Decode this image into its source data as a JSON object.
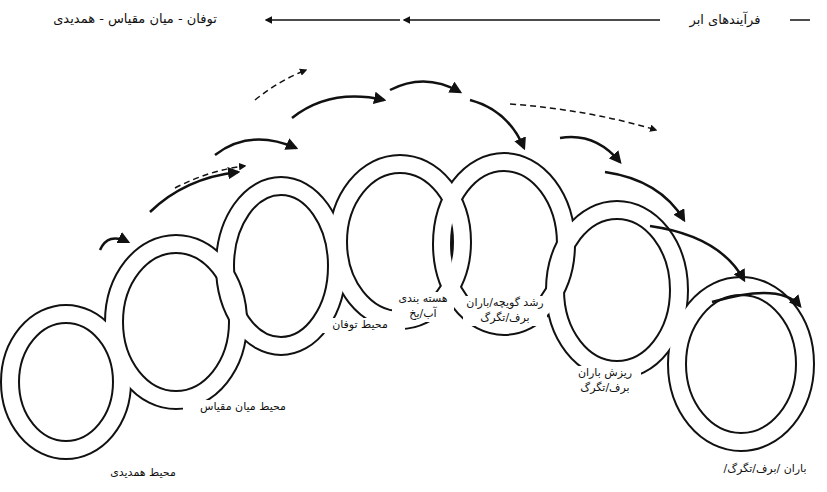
{
  "diagram": {
    "labels": [
      "توفان - میان مقیاس - همدیدی",
      "فرآیندهای ابر",
      "محیط همدیدی",
      "محیط میان مقیاس",
      "محیط توفان",
      "هسته بندی آب/یخ",
      "رشد گویچه/باران برف/تگرگ",
      "ریزش باران برف/تگرگ",
      "باران /برف/تگرگ/"
    ]
  }
}
